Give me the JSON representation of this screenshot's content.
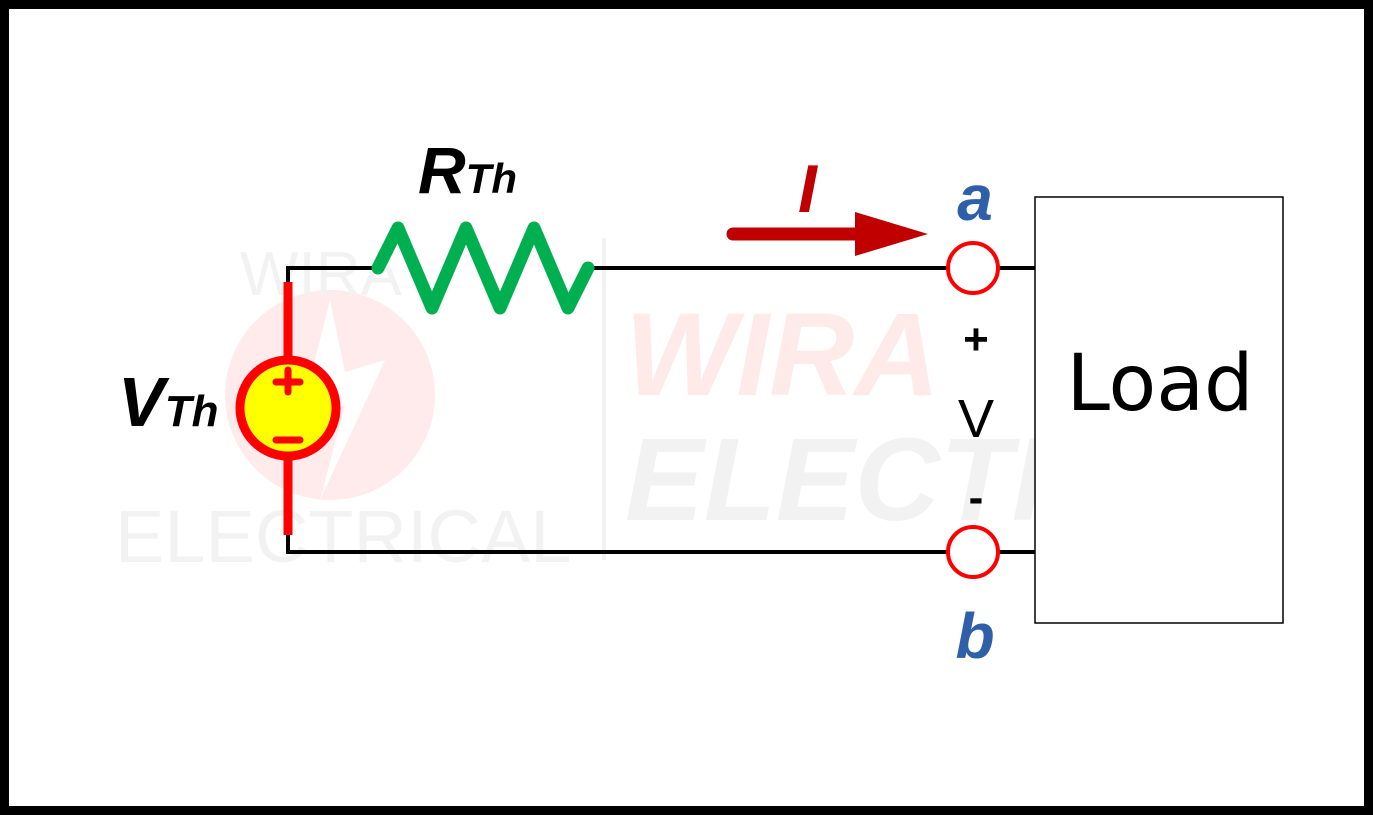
{
  "watermark": {
    "logo_top": "WIRA",
    "logo_bottom": "ELECTRICAL",
    "big_top": "WIRA",
    "big_bottom": "ELECTRI"
  },
  "labels": {
    "resistor_main": "R",
    "resistor_sub": "Th",
    "source_main": "V",
    "source_sub": "Th",
    "current": "I",
    "terminal_a": "a",
    "terminal_b": "b",
    "plus": "+",
    "voltage": "V",
    "minus": "-",
    "load": "Load"
  },
  "colors": {
    "wire": "#000000",
    "resistor": "#00b050",
    "source_ring": "#ff0000",
    "source_fill": "#ffff00",
    "current_arrow": "#c00000",
    "terminal_ring": "#ff0000",
    "terminal_label": "#2e5fa8"
  }
}
